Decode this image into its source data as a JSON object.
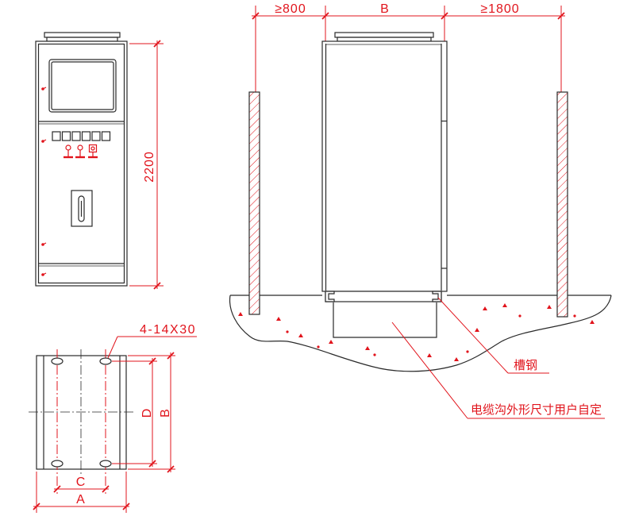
{
  "colors": {
    "object_line": "#2a2a2a",
    "dimension": "#e1141c",
    "background": "#ffffff"
  },
  "front_view": {
    "height": "2200"
  },
  "plan_view": {
    "mounting_holes": "4-14X30",
    "inner_depth": "D",
    "outer_depth": "B",
    "hole_spacing": "C",
    "width": "A"
  },
  "side_view": {
    "left_clearance": "≥800",
    "cabinet_depth": "B",
    "right_clearance": "≥1800",
    "channel_steel": "槽钢",
    "cable_trench": "电缆沟外形尺寸用户自定"
  }
}
